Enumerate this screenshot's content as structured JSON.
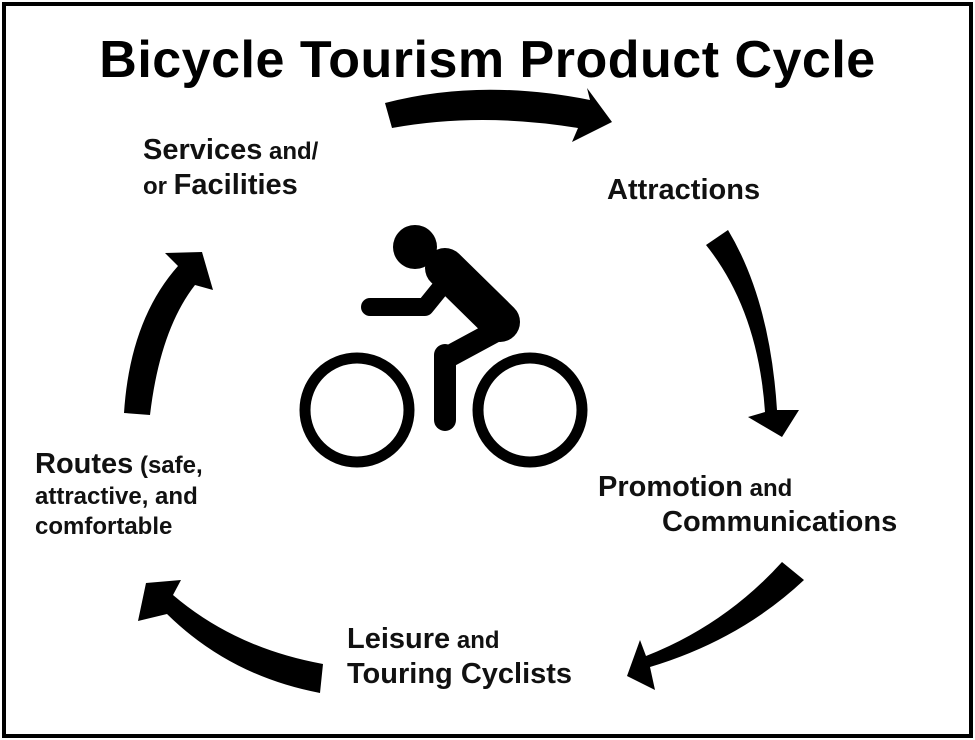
{
  "title": "Bicycle Tourism Product Cycle",
  "center_icon": "bicycle-rider-icon",
  "nodes": [
    {
      "id": "services",
      "bold": "Services",
      "normal": " and/",
      "line2_normal": "or ",
      "line2_bold": "Facilities"
    },
    {
      "id": "attractions",
      "bold": "Attractions"
    },
    {
      "id": "promotion",
      "bold": "Promotion",
      "normal": " and",
      "line2_bold": "Communications"
    },
    {
      "id": "leisure",
      "bold": "Leisure",
      "normal": " and",
      "line2_bold": "Touring Cyclists"
    },
    {
      "id": "routes",
      "bold": "Routes",
      "normal": " (safe,",
      "line2_normal": "attractive, and",
      "line3_normal": "comfortable"
    }
  ],
  "arrows": [
    {
      "from": "services",
      "to": "attractions",
      "icon": "curved-arrow-right-icon"
    },
    {
      "from": "attractions",
      "to": "promotion",
      "icon": "curved-arrow-down-icon"
    },
    {
      "from": "promotion",
      "to": "leisure",
      "icon": "curved-arrow-down-left-icon"
    },
    {
      "from": "leisure",
      "to": "routes",
      "icon": "curved-arrow-up-left-icon"
    },
    {
      "from": "routes",
      "to": "services",
      "icon": "curved-arrow-up-icon"
    }
  ],
  "colors": {
    "ink": "#000000",
    "background": "#ffffff"
  }
}
